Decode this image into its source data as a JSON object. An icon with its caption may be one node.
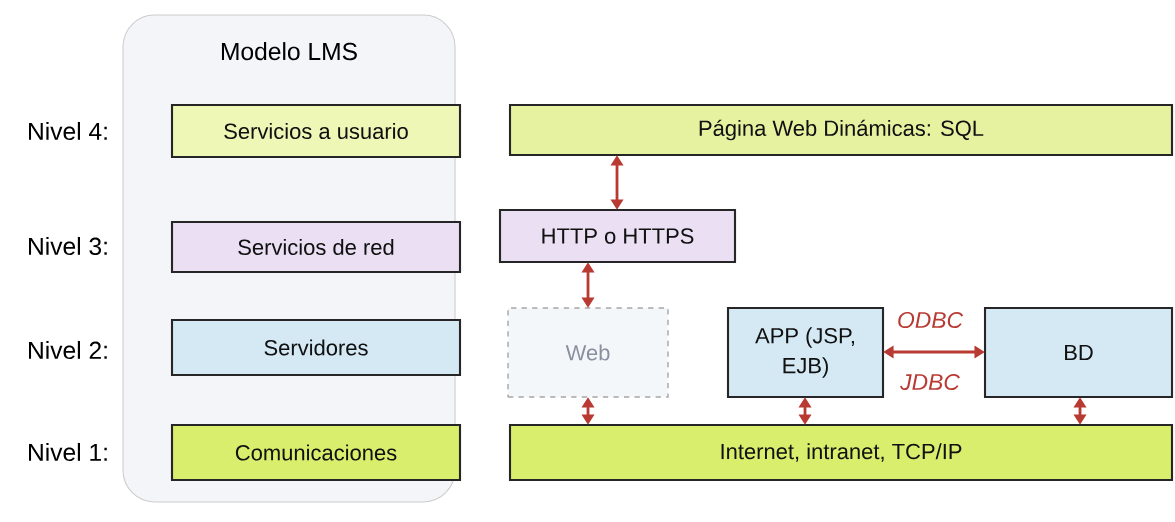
{
  "diagram": {
    "nodes": [
      {
        "text": [
          "Modelo LMS"
        ]
      },
      {
        "text": [
          "Servicios a usuario"
        ],
        "in": 0
      },
      {
        "text": [
          "Servicios de red"
        ],
        "in": 0
      },
      {
        "text": [
          "Servidores"
        ],
        "in": 0
      },
      {
        "text": [
          "Comunicaciones"
        ],
        "in": 0
      },
      {
        "text": [
          "Página Web Dinámicas: SQL"
        ]
      },
      {
        "text": [
          "HTTP o HTTPS"
        ]
      },
      {
        "text": [
          "Web"
        ]
      },
      {
        "text": [
          "APP (JSP, EJB)"
        ]
      },
      {
        "text": [
          "BD"
        ]
      },
      {
        "text": [
          "Internet, intranet, TCP/IP"
        ]
      }
    ],
    "edges": [
      {
        "from": 5,
        "to": 6,
        "arrow": "both"
      },
      {
        "from": 6,
        "to": 7,
        "arrow": "both"
      },
      {
        "from": 7,
        "to": 10,
        "arrow": "both"
      },
      {
        "from": 8,
        "to": 10,
        "arrow": "both"
      },
      {
        "from": 8,
        "to": 9,
        "arrow": "both",
        "label": "ODBC"
      },
      {
        "from": 9,
        "to": 10,
        "arrow": "both"
      }
    ],
    "labels": [
      "Nivel 4:",
      "Nivel 3:",
      "Nivel 2:",
      "Nivel 1:",
      "JDBC"
    ]
  }
}
